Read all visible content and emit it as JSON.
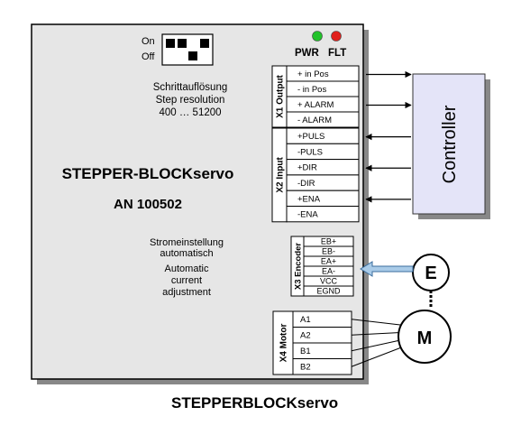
{
  "dip_switch": {
    "on_label": "On",
    "off_label": "Off"
  },
  "leds": {
    "pwr": {
      "label": "PWR",
      "color": "#22c22a"
    },
    "flt": {
      "label": "FLT",
      "color": "#e0201c"
    }
  },
  "resolution": {
    "line1": "Schrittauflösung",
    "line2": "Step resolution",
    "line3": "400 … 51200"
  },
  "device": {
    "name": "STEPPER-BLOCKservo",
    "part_number": "AN 100502"
  },
  "current": {
    "de_line1": "Stromeinstellung",
    "de_line2": "automatisch",
    "en_line1": "Automatic",
    "en_line2": "current",
    "en_line3": "adjustment"
  },
  "connectors": {
    "x1": {
      "label": "X1 Output",
      "pins": [
        "+ in Pos",
        "- in Pos",
        "+ ALARM",
        "- ALARM"
      ]
    },
    "x2": {
      "label": "X2 Input",
      "pins": [
        "+PULS",
        "-PULS",
        "+DIR",
        "-DIR",
        "+ENA",
        "-ENA"
      ]
    },
    "x3": {
      "label": "X3 Encoder",
      "pins": [
        "EB+",
        "EB-",
        "EA+",
        "EA-",
        "VCC",
        "EGND"
      ]
    },
    "x4": {
      "label": "X4 Motor",
      "pins": [
        "A1",
        "A2",
        "B1",
        "B2"
      ]
    }
  },
  "controller": {
    "label": "Controller",
    "fill": "#e4e4f8"
  },
  "encoder": {
    "label": "E"
  },
  "motor": {
    "label": "M"
  },
  "colors": {
    "module_fill": "#e6e6e6",
    "encoder_arrow": "#a9cbe8"
  },
  "caption": "STEPPERBLOCKservo"
}
